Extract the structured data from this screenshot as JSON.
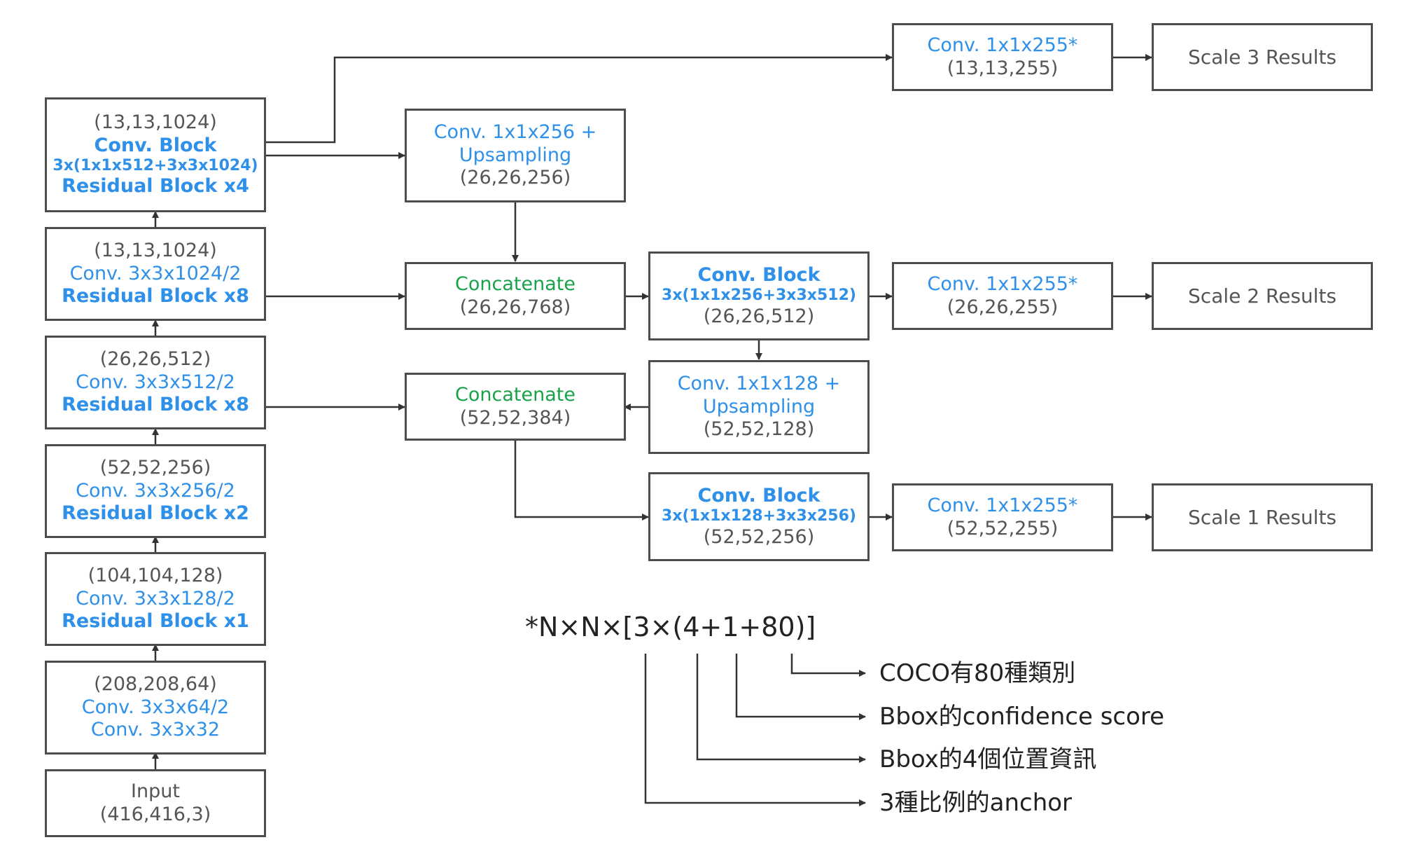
{
  "backbone": {
    "input": {
      "line1": "Input",
      "line2": "(416,416,3)"
    },
    "stage1": {
      "shape": "(208,208,64)",
      "conv1": "Conv. 3x3x64/2",
      "conv2": "Conv. 3x3x32"
    },
    "stage2": {
      "shape": "(104,104,128)",
      "conv": "Conv. 3x3x128/2",
      "residual": "Residual Block x1"
    },
    "stage3": {
      "shape": "(52,52,256)",
      "conv": "Conv. 3x3x256/2",
      "residual": "Residual Block x2"
    },
    "stage4": {
      "shape": "(26,26,512)",
      "conv": "Conv. 3x3x512/2",
      "residual": "Residual Block x8"
    },
    "stage5": {
      "shape": "(13,13,1024)",
      "conv": "Conv. 3x3x1024/2",
      "residual": "Residual Block x8"
    },
    "stage6": {
      "shape": "(13,13,1024)",
      "block_title": "Conv. Block",
      "block_spec": "3x(1x1x512+3x3x1024)",
      "residual": "Residual Block x4"
    }
  },
  "neck": {
    "upsample_256": {
      "conv": "Conv. 1x1x256 +",
      "upsampling": "Upsampling",
      "shape": "(26,26,256)"
    },
    "concat_768": {
      "label": "Concatenate",
      "shape": "(26,26,768)"
    },
    "convblock_512": {
      "title": "Conv. Block",
      "spec": "3x(1x1x256+3x3x512)",
      "shape": "(26,26,512)"
    },
    "upsample_128": {
      "conv": "Conv. 1x1x128 +",
      "upsampling": "Upsampling",
      "shape": "(52,52,128)"
    },
    "concat_384": {
      "label": "Concatenate",
      "shape": "(52,52,384)"
    },
    "convblock_256": {
      "title": "Conv. Block",
      "spec": "3x(1x1x128+3x3x256)",
      "shape": "(52,52,256)"
    }
  },
  "heads": {
    "scale3": {
      "conv": "Conv. 1x1x255*",
      "shape": "(13,13,255)",
      "result": "Scale 3 Results"
    },
    "scale2": {
      "conv": "Conv. 1x1x255*",
      "shape": "(26,26,255)",
      "result": "Scale 2 Results"
    },
    "scale1": {
      "conv": "Conv. 1x1x255*",
      "shape": "(52,52,255)",
      "result": "Scale 1 Results"
    }
  },
  "footnote": {
    "formula": "*N×N×[3×(4+1+80)]",
    "notes": [
      "COCO有80種類別",
      "Bbox的confidence score",
      "Bbox的4個位置資訊",
      "3種比例的anchor"
    ]
  },
  "colors": {
    "border": "#4d4d4d",
    "arrow": "#333333",
    "blue": "#2e90e8",
    "green": "#18a34a",
    "gray_text": "#555555"
  }
}
